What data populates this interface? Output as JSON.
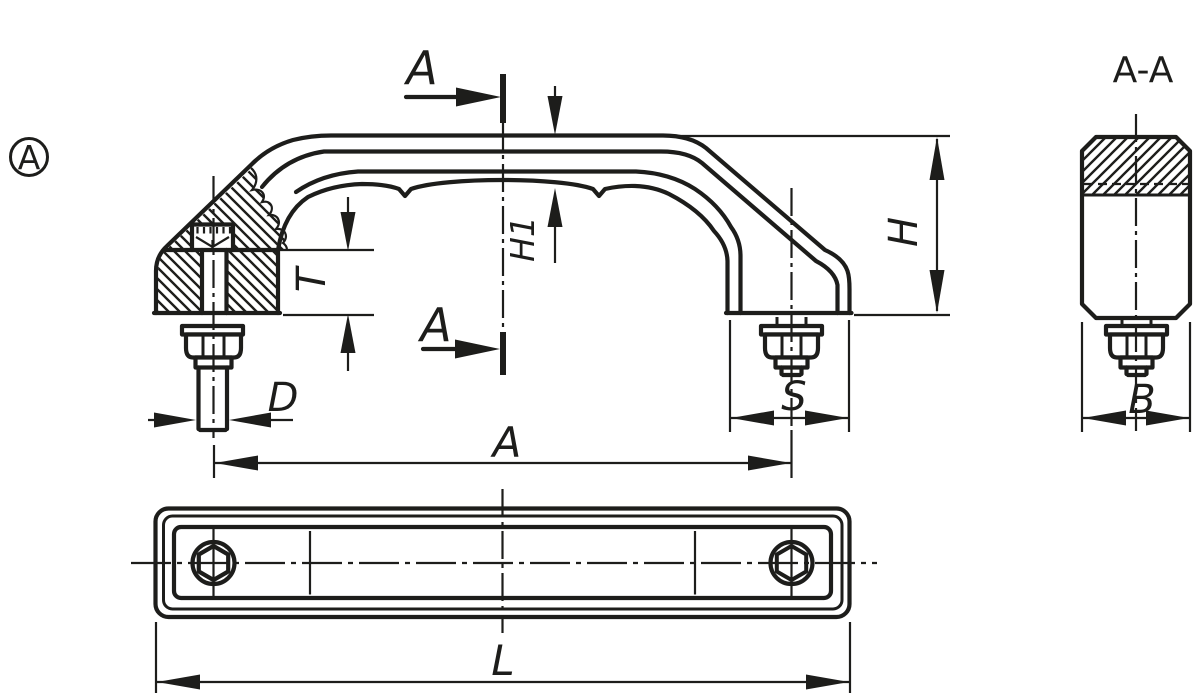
{
  "colors": {
    "ink": "#1d1d1b",
    "background": "#ffffff"
  },
  "detail_marker": {
    "label": "A"
  },
  "section": {
    "cut_label": "A",
    "view_title": "A-A"
  },
  "dimensions": {
    "h1": "H1",
    "t": "T",
    "h": "H",
    "d": "D",
    "a": "A",
    "s": "S",
    "b": "B",
    "l": "L"
  }
}
